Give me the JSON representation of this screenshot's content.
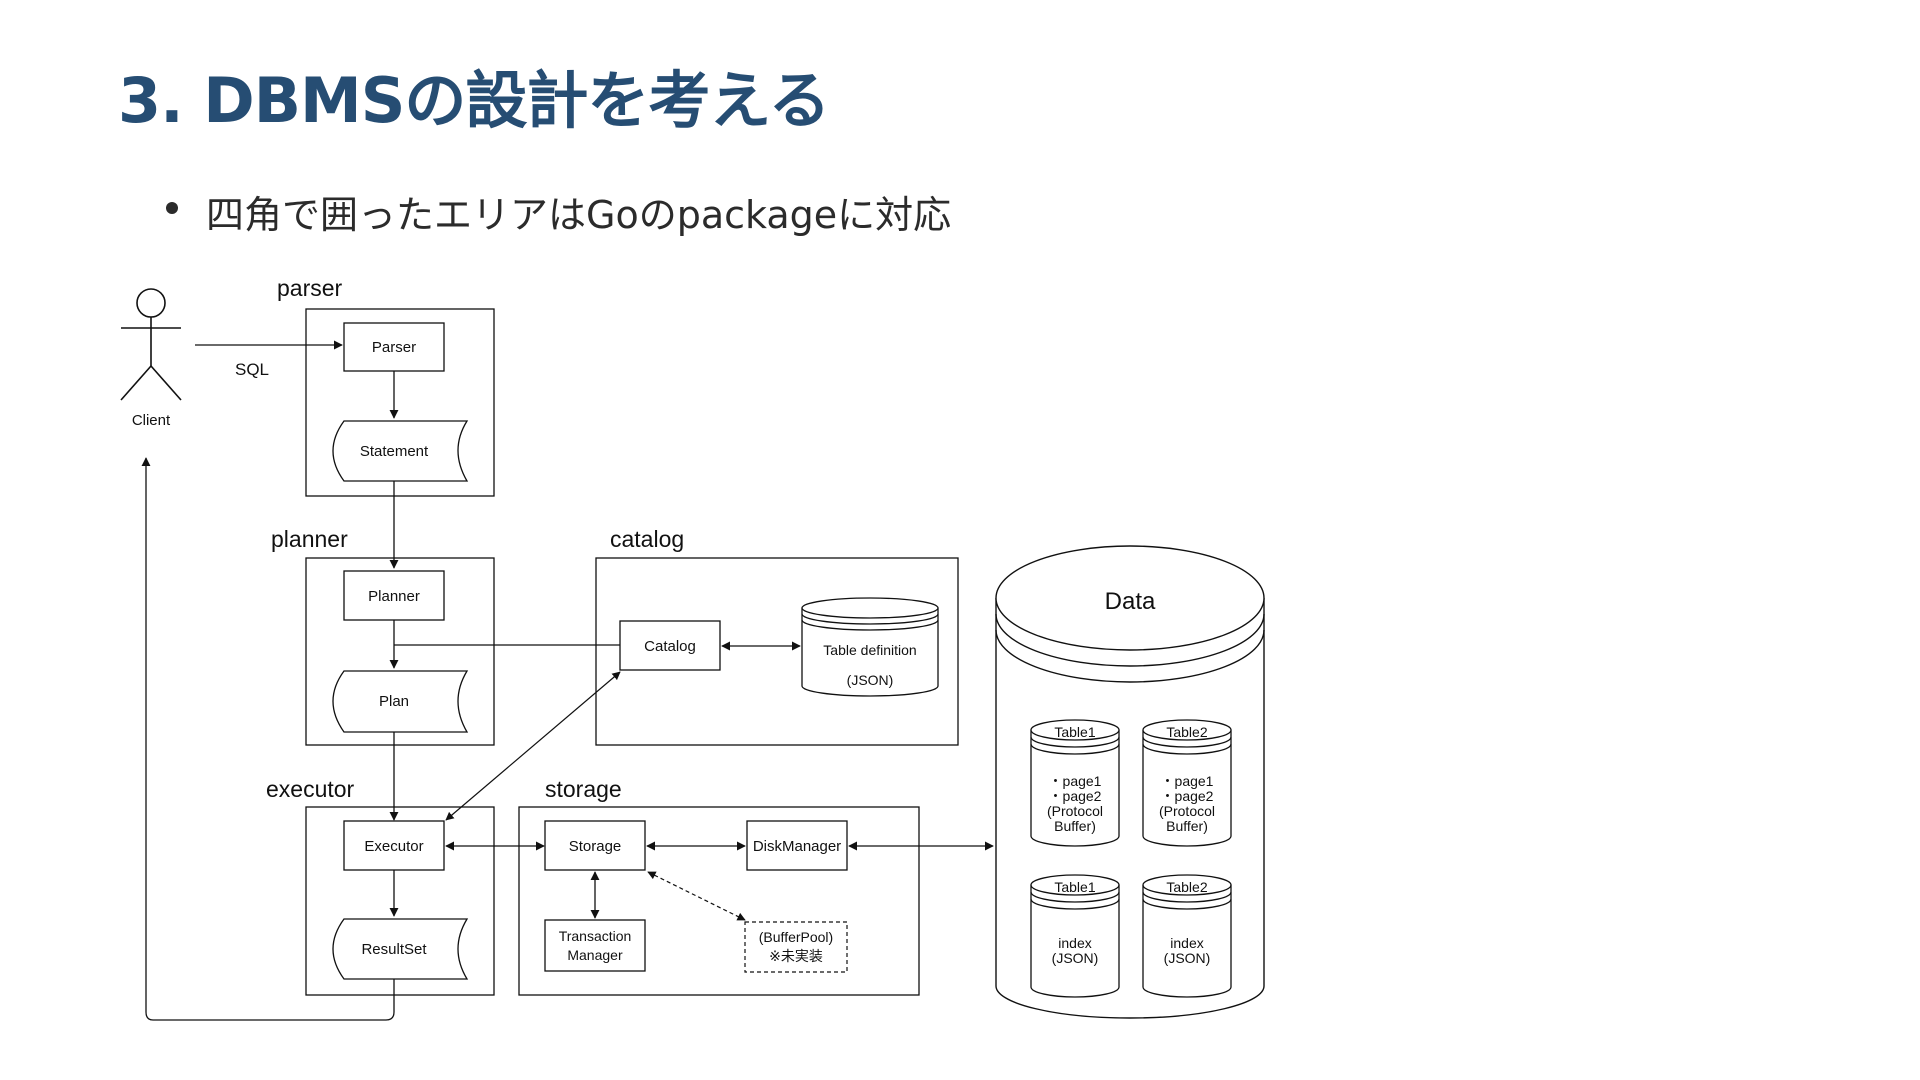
{
  "slide": {
    "title": "3. DBMSの設計を考える",
    "bullets": [
      "四角で囲ったエリアはGoのpackageに対応"
    ]
  },
  "diagram": {
    "actor": {
      "label": "Client",
      "edge_label": "SQL"
    },
    "packages": {
      "parser": {
        "label": "parser",
        "process": "Parser",
        "output": "Statement"
      },
      "planner": {
        "label": "planner",
        "process": "Planner",
        "output": "Plan"
      },
      "catalog": {
        "label": "catalog",
        "process": "Catalog",
        "store_line1": "Table definition",
        "store_line2": "(JSON)"
      },
      "executor": {
        "label": "executor",
        "process": "Executor",
        "output": "ResultSet"
      },
      "storage": {
        "label": "storage",
        "storage": "Storage",
        "disk_manager": "DiskManager",
        "transaction_manager_line1": "Transaction",
        "transaction_manager_line2": "Manager",
        "buffer_pool_line1": "(BufferPool)",
        "buffer_pool_line2": "※未実装"
      }
    },
    "data": {
      "label": "Data",
      "cylinders": [
        {
          "title": "Table1",
          "lines": [
            "・page1",
            "・page2",
            "(Protocol",
            "Buffer)"
          ]
        },
        {
          "title": "Table2",
          "lines": [
            "・page1",
            "・page2",
            "(Protocol",
            "Buffer)"
          ]
        },
        {
          "title": "Table1",
          "lines": [
            "index",
            "(JSON)"
          ]
        },
        {
          "title": "Table2",
          "lines": [
            "index",
            "(JSON)"
          ]
        }
      ]
    }
  }
}
